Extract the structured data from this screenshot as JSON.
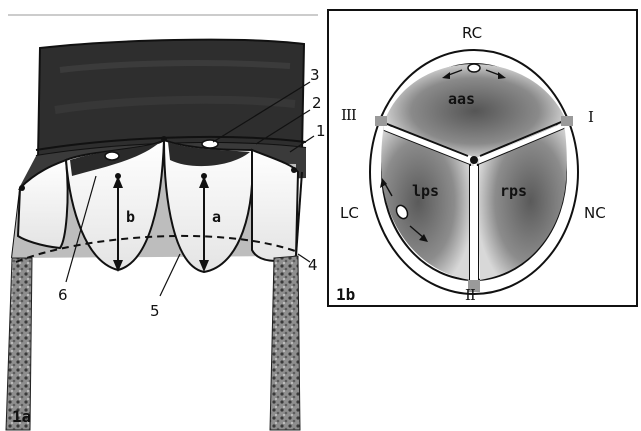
{
  "panel_a": {
    "id_label": "1a",
    "callouts": [
      "1",
      "2",
      "3",
      "4",
      "5",
      "6"
    ],
    "arrows": {
      "a": "a",
      "b": "b"
    }
  },
  "panel_b": {
    "id_label": "1b",
    "cusps": {
      "top": "RC",
      "left": "LC",
      "right": "NC"
    },
    "commissures": {
      "left": "III",
      "right": "I",
      "bottom": "II"
    },
    "sinuses": {
      "top": "aas",
      "left": "lps",
      "right": "rps"
    }
  }
}
